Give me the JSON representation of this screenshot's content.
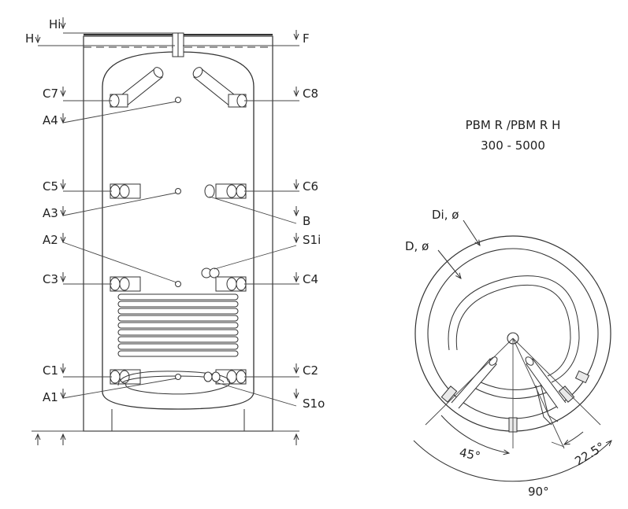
{
  "title": {
    "line1": "PBM R /PBM R H",
    "line2": "300 - 5000"
  },
  "side_labels": {
    "Hi": "Hi",
    "H": "H",
    "F": "F",
    "C7": "C7",
    "C8": "C8",
    "A4": "A4",
    "C5": "C5",
    "C6": "C6",
    "A3": "A3",
    "B": "B",
    "A2": "A2",
    "S1i": "S1i",
    "C3": "C3",
    "C4": "C4",
    "C1": "C1",
    "C2": "C2",
    "A1": "A1",
    "S1o": "S1o"
  },
  "top_view_labels": {
    "Di": "Di, ø",
    "D": "D, ø",
    "angle_small": "22.5°",
    "angle_mid": "45°",
    "angle_big": "90°"
  },
  "colors": {
    "line": "#333333",
    "fill": "#ffffff",
    "shade": "#e9e9e9",
    "text": "#222222"
  }
}
